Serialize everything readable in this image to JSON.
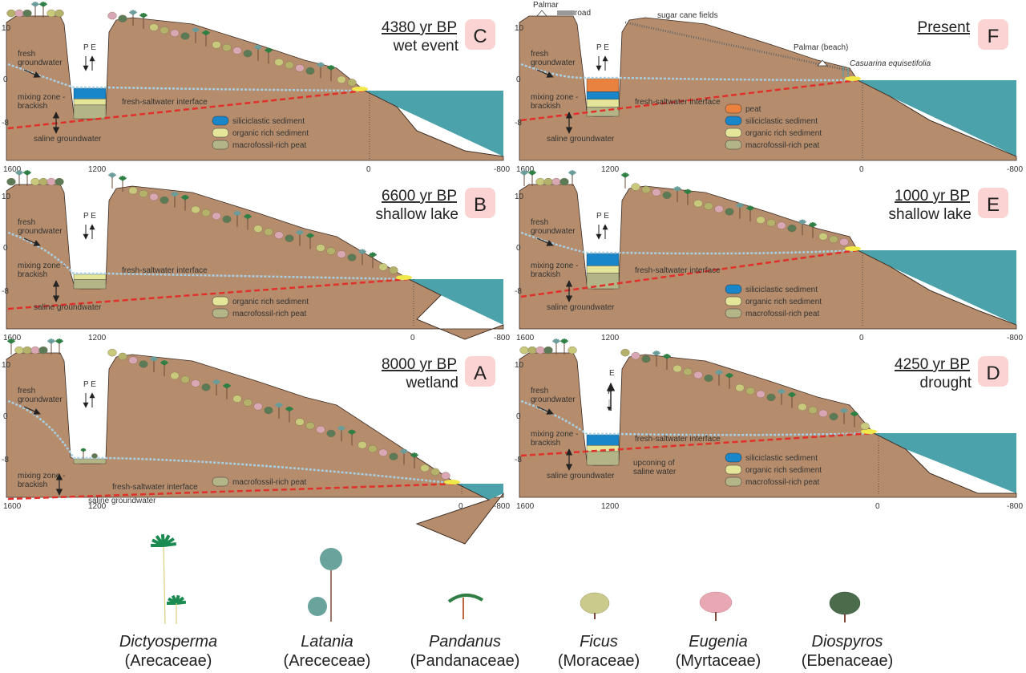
{
  "axis_ticks": {
    "x": [
      "1600",
      "1200",
      "0",
      "-800"
    ],
    "y": [
      "10",
      "0",
      "-8"
    ]
  },
  "labels": {
    "pe": "P E",
    "p": "P",
    "e": "E",
    "fresh_groundwater": [
      "fresh",
      "groundwater"
    ],
    "mixing_zone": [
      "mixing zone -",
      "brackish"
    ],
    "saline_groundwater": "saline groundwater",
    "interface": "fresh-saltwater interface",
    "upconing": [
      "upconing of",
      "saline water"
    ],
    "palmar": "Palmar",
    "road": "road",
    "sugar_cane": "sugar cane fields",
    "palmar_beach": "Palmar (beach)",
    "casuarina": "Casuarina equisetifolia"
  },
  "legend_items": {
    "peat": "peat",
    "siliciclastic": "siliciclastic sediment",
    "organic": "organic rich sediment",
    "macrofossil": "macrofossil-rich peat"
  },
  "colors": {
    "soil": "#b68d6c",
    "sea": "#4ba2ab",
    "siliciclastic": "#1886c9",
    "organic": "#e5e59a",
    "macrofossil": "#b4b586",
    "peat": "#e9823f",
    "interface": "#e0302a",
    "water_table": "#a8cfe3",
    "badge": "#fbd3d3"
  },
  "panels": [
    {
      "id": "C",
      "age": "4380 yr BP",
      "event": "wet event"
    },
    {
      "id": "F",
      "age": "Present",
      "event": ""
    },
    {
      "id": "B",
      "age": "6600 yr BP",
      "event": "shallow lake"
    },
    {
      "id": "E",
      "age": "1000 yr BP",
      "event": "shallow lake"
    },
    {
      "id": "A",
      "age": "8000 yr BP",
      "event": "wetland"
    },
    {
      "id": "D",
      "age": "4250 yr BP",
      "event": "drought"
    }
  ],
  "taxa": [
    {
      "genus": "Dictyosperma",
      "family": "(Arecaceae)",
      "icon": "dictyosperma-palm-icon"
    },
    {
      "genus": "Latania",
      "family": "(Arececeae)",
      "icon": "latania-palm-icon"
    },
    {
      "genus": "Pandanus",
      "family": "(Pandanaceae)",
      "icon": "pandanus-icon"
    },
    {
      "genus": "Ficus",
      "family": "(Moraceae)",
      "icon": "ficus-icon"
    },
    {
      "genus": "Eugenia",
      "family": "(Myrtaceae)",
      "icon": "eugenia-icon"
    },
    {
      "genus": "Diospyros",
      "family": "(Ebenaceae)",
      "icon": "diospyros-icon"
    }
  ]
}
